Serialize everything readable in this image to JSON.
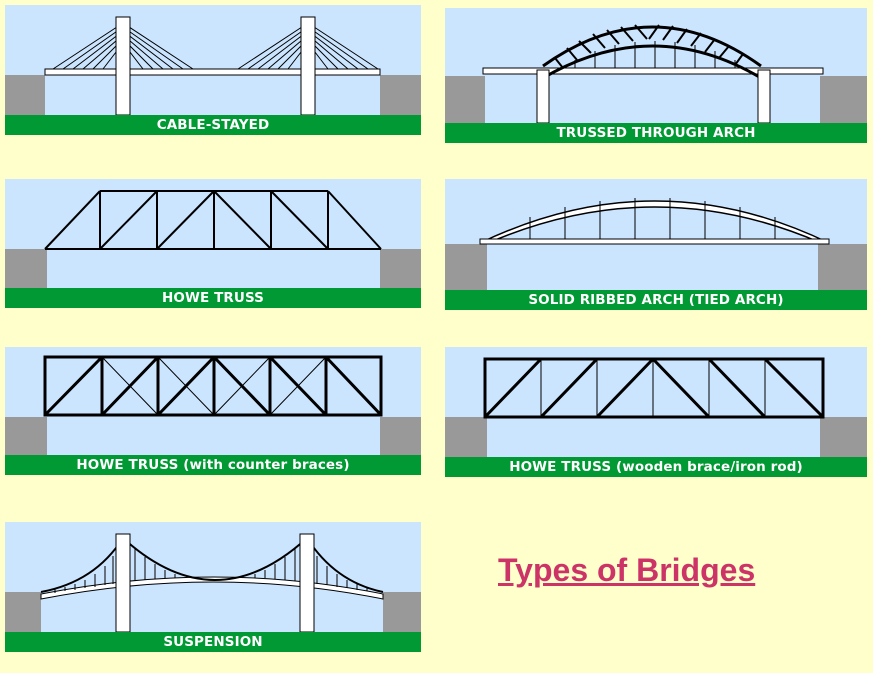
{
  "page": {
    "title_link": "Types of Bridges"
  },
  "bridges": [
    {
      "id": "cable-stayed",
      "caption": "CABLE-STAYED"
    },
    {
      "id": "trussed-through-arch",
      "caption": "TRUSSED THROUGH ARCH"
    },
    {
      "id": "howe-truss",
      "caption": "HOWE TRUSS"
    },
    {
      "id": "solid-ribbed-arch",
      "caption": "SOLID RIBBED ARCH (TIED ARCH)"
    },
    {
      "id": "howe-truss-counter",
      "caption": "HOWE TRUSS (with counter braces)"
    },
    {
      "id": "howe-truss-wooden",
      "caption": "HOWE TRUSS (wooden brace/iron rod)"
    },
    {
      "id": "suspension",
      "caption": "SUSPENSION"
    }
  ],
  "colors": {
    "background": "#ffffcc",
    "sky": "#cce5ff",
    "ground": "#999999",
    "caption_bar": "#009933",
    "link": "#cc3366"
  }
}
